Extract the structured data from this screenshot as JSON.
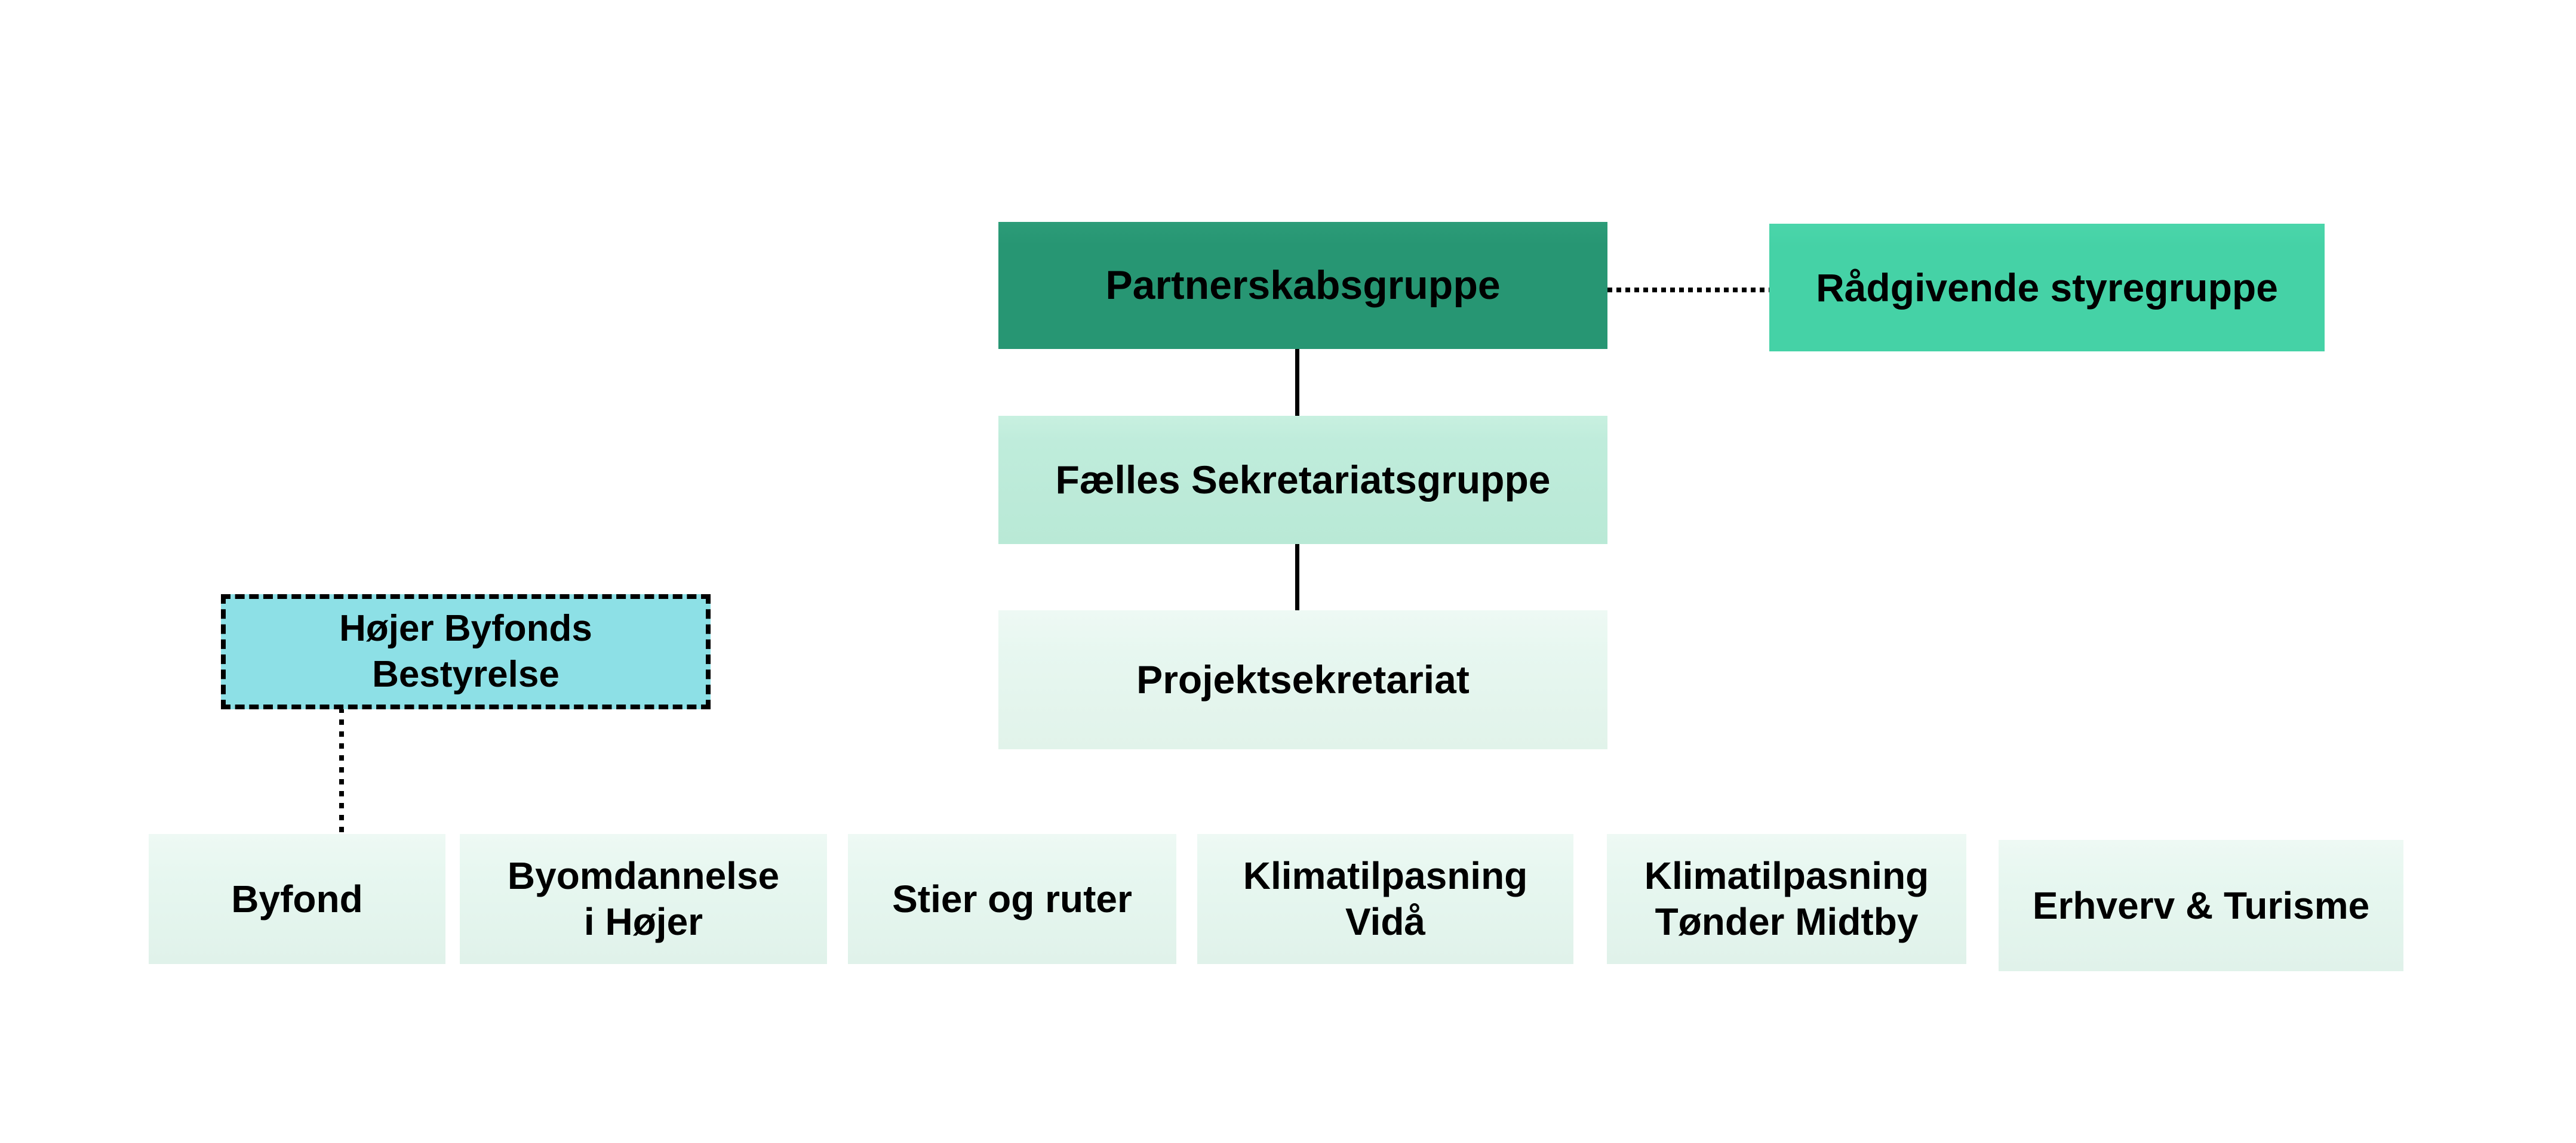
{
  "diagram": {
    "type": "org-chart",
    "language": "da",
    "background": "#ffffff",
    "colors": {
      "dark_green": "#279673",
      "green": "#45d2a6",
      "mint": "#bfecdb",
      "pale_mint": "#e7f7f0",
      "cyan": "#8de0e6",
      "connector": "#000000",
      "text": "#000000"
    },
    "nodes": {
      "partnerskabsgruppe": {
        "label": "Partnerskabsgruppe",
        "color": "#279673"
      },
      "raadgivende_styregruppe": {
        "label": "Rådgivende styregruppe",
        "color": "#45d2a6"
      },
      "faelles_sekretariatsgruppe": {
        "label": "Fælles Sekretariatsgruppe",
        "color": "#bfecdb"
      },
      "projektsekretariat": {
        "label": "Projektsekretariat",
        "color": "#e7f7f0"
      },
      "hoejer_byfonds_bestyrelse": {
        "label_line1": "Højer Byfonds",
        "label_line2": "Bestyrelse",
        "color": "#8de0e6",
        "border_style": "dashed"
      },
      "byfond": {
        "label": "Byfond",
        "color": "#e7f7f0"
      },
      "byomdannelse_i_hoejer": {
        "label_line1": "Byomdannelse",
        "label_line2": "i Højer",
        "color": "#e7f7f0"
      },
      "stier_og_ruter": {
        "label": "Stier og ruter",
        "color": "#e7f7f0"
      },
      "klimatilpasning_vidaa": {
        "label_line1": "Klimatilpasning",
        "label_line2": "Vidå",
        "color": "#e7f7f0"
      },
      "klimatilpasning_toender_midtby": {
        "label_line1": "Klimatilpasning",
        "label_line2": "Tønder Midtby",
        "color": "#e7f7f0"
      },
      "erhverv_turisme": {
        "label": "Erhverv & Turisme",
        "color": "#e7f7f0"
      }
    },
    "connectors": [
      {
        "from": "partnerskabsgruppe",
        "to": "faelles_sekretariatsgruppe",
        "style": "solid"
      },
      {
        "from": "faelles_sekretariatsgruppe",
        "to": "projektsekretariat",
        "style": "solid"
      },
      {
        "from": "partnerskabsgruppe",
        "to": "raadgivende_styregruppe",
        "style": "dotted"
      },
      {
        "from": "hoejer_byfonds_bestyrelse",
        "to": "byfond",
        "style": "dotted"
      }
    ]
  }
}
